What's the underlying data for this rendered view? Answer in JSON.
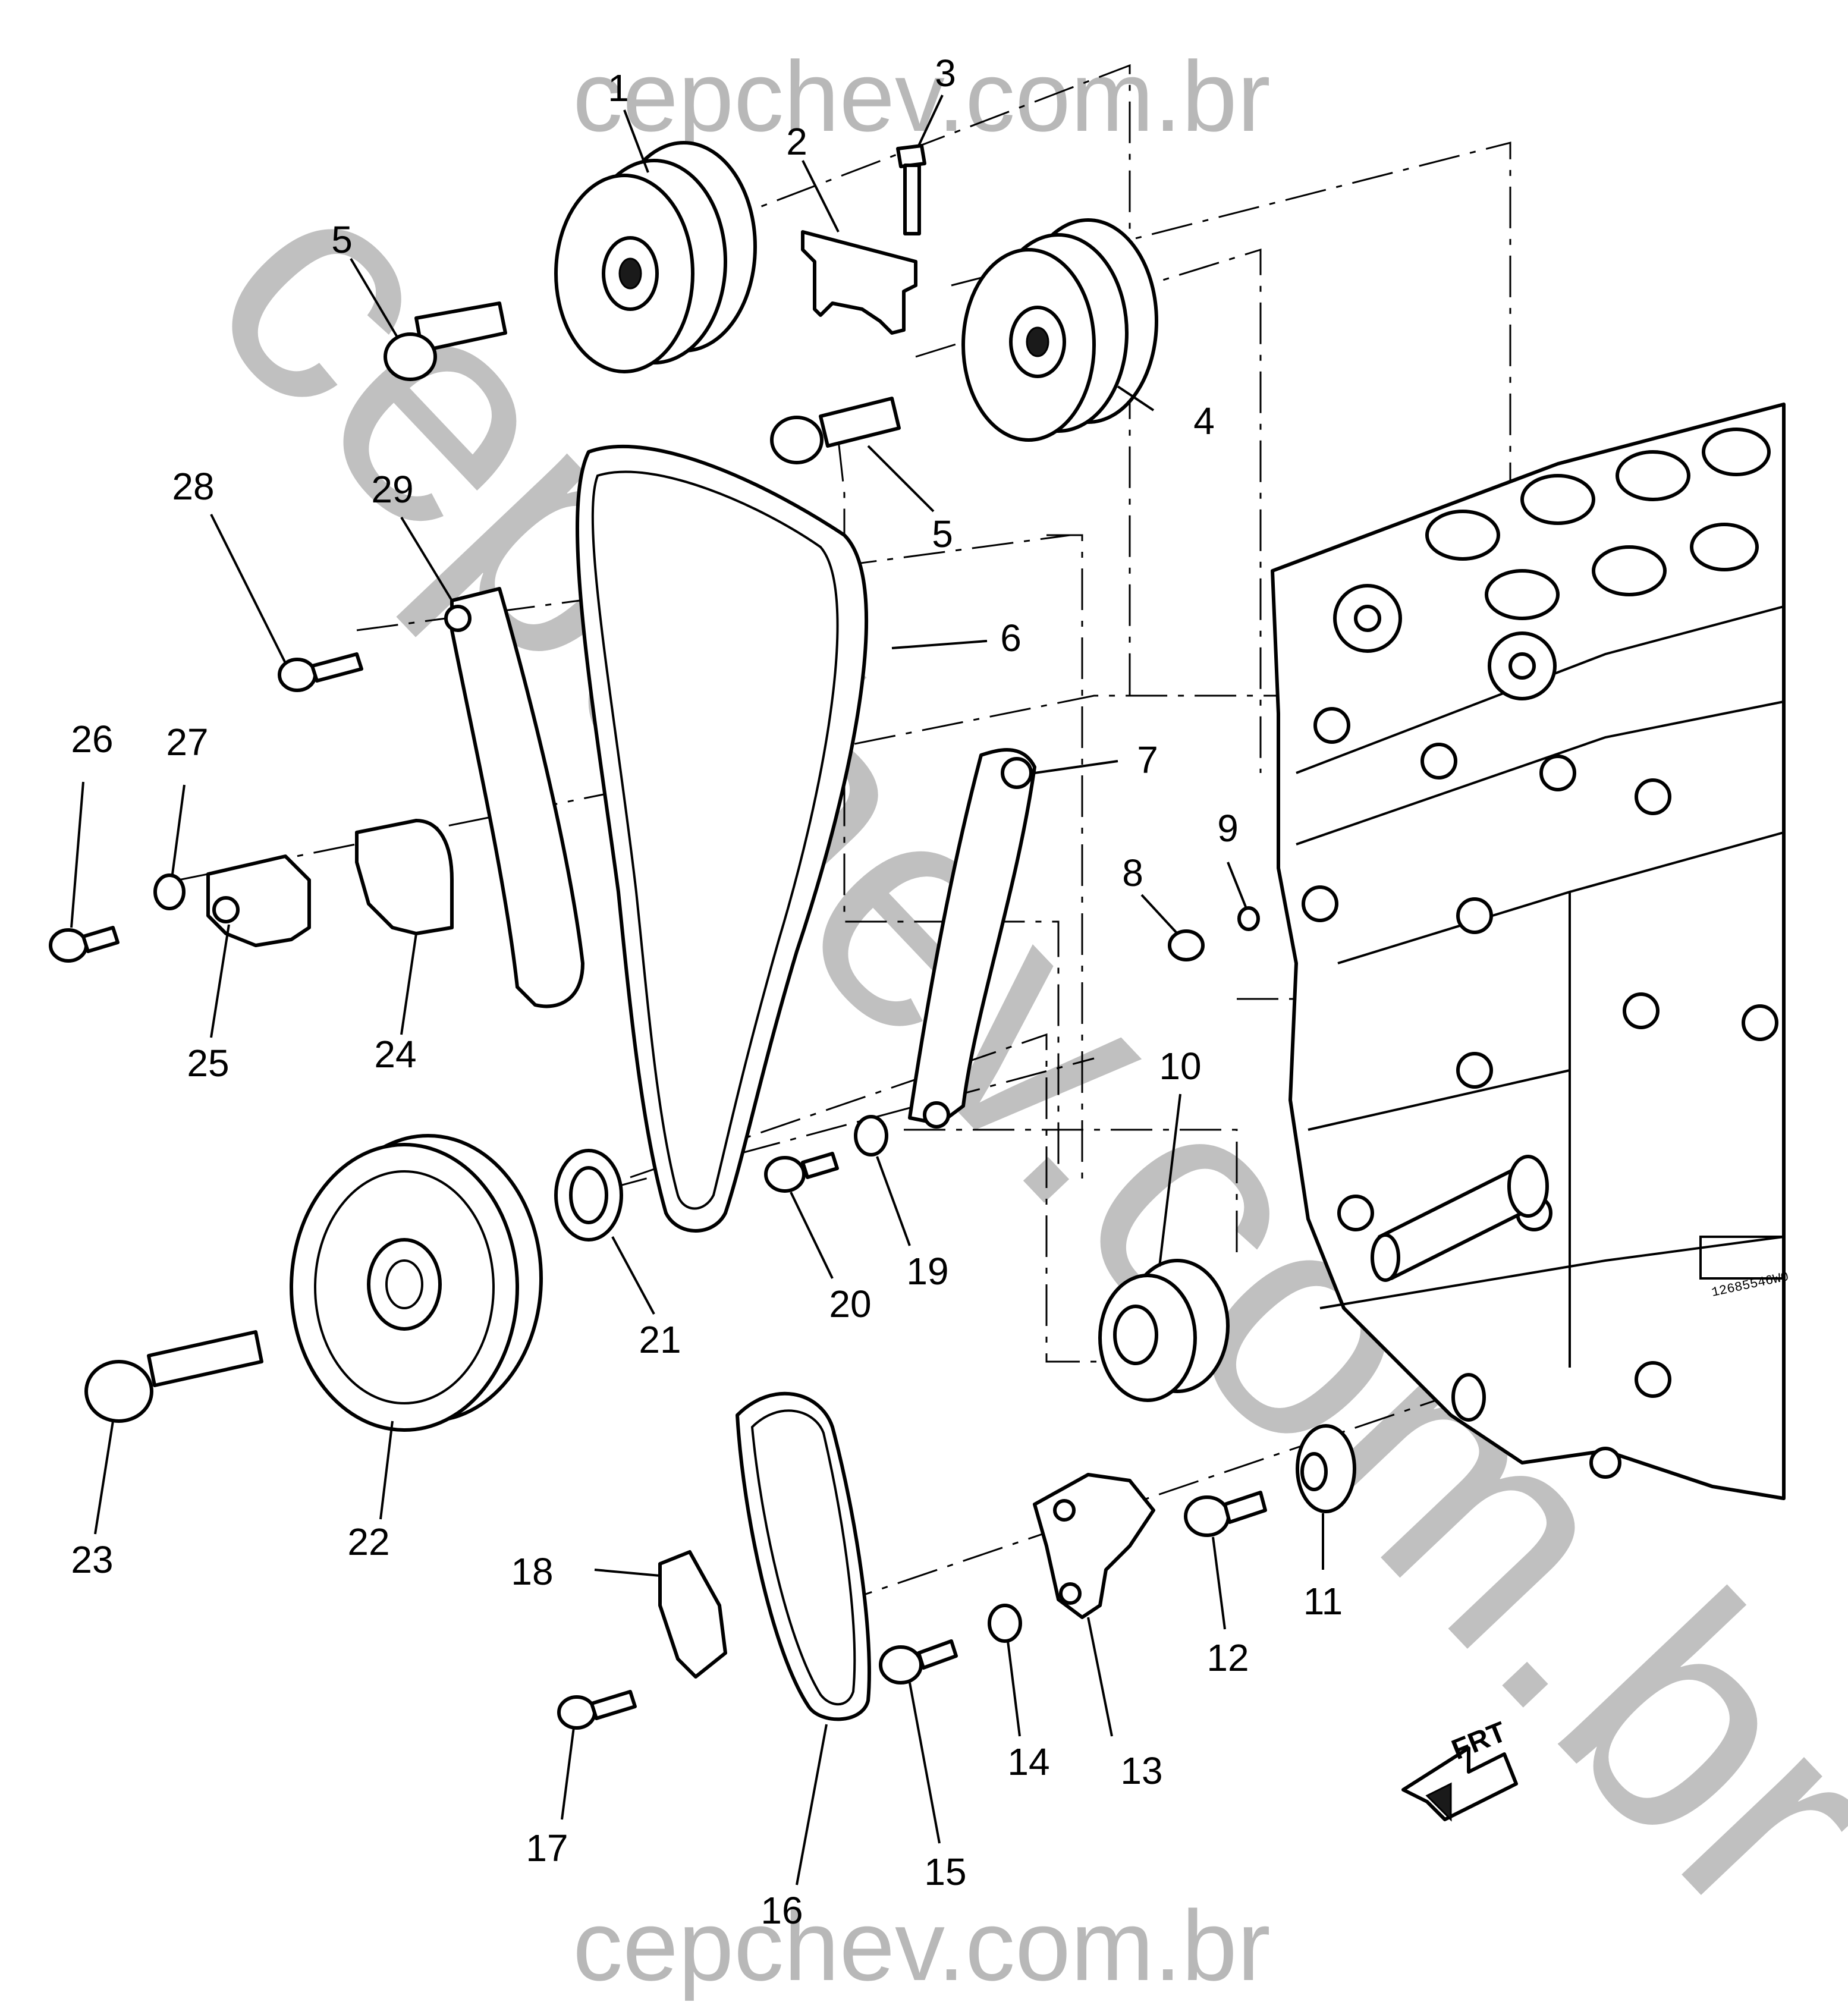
{
  "watermark": {
    "top": "cepchev.com.br",
    "bottom": "cepchev.com.br",
    "diagonal": "cepchev.com.br"
  },
  "callouts": {
    "c1": "1",
    "c2": "2",
    "c3": "3",
    "c4": "4",
    "c5a": "5",
    "c5b": "5",
    "c6": "6",
    "c7": "7",
    "c8": "8",
    "c9": "9",
    "c10": "10",
    "c11": "11",
    "c12": "12",
    "c13": "13",
    "c14": "14",
    "c15": "15",
    "c16": "16",
    "c17": "17",
    "c18": "18",
    "c19": "19",
    "c20": "20",
    "c21": "21",
    "c22": "22",
    "c23": "23",
    "c24": "24",
    "c25": "25",
    "c26": "26",
    "c27": "27",
    "c28": "28",
    "c29": "29"
  },
  "frt_label": "FRT",
  "engine_serial": "12685546W0",
  "colors": {
    "line": "#000000",
    "watermark": "#b8b8b8",
    "background": "#ffffff"
  }
}
